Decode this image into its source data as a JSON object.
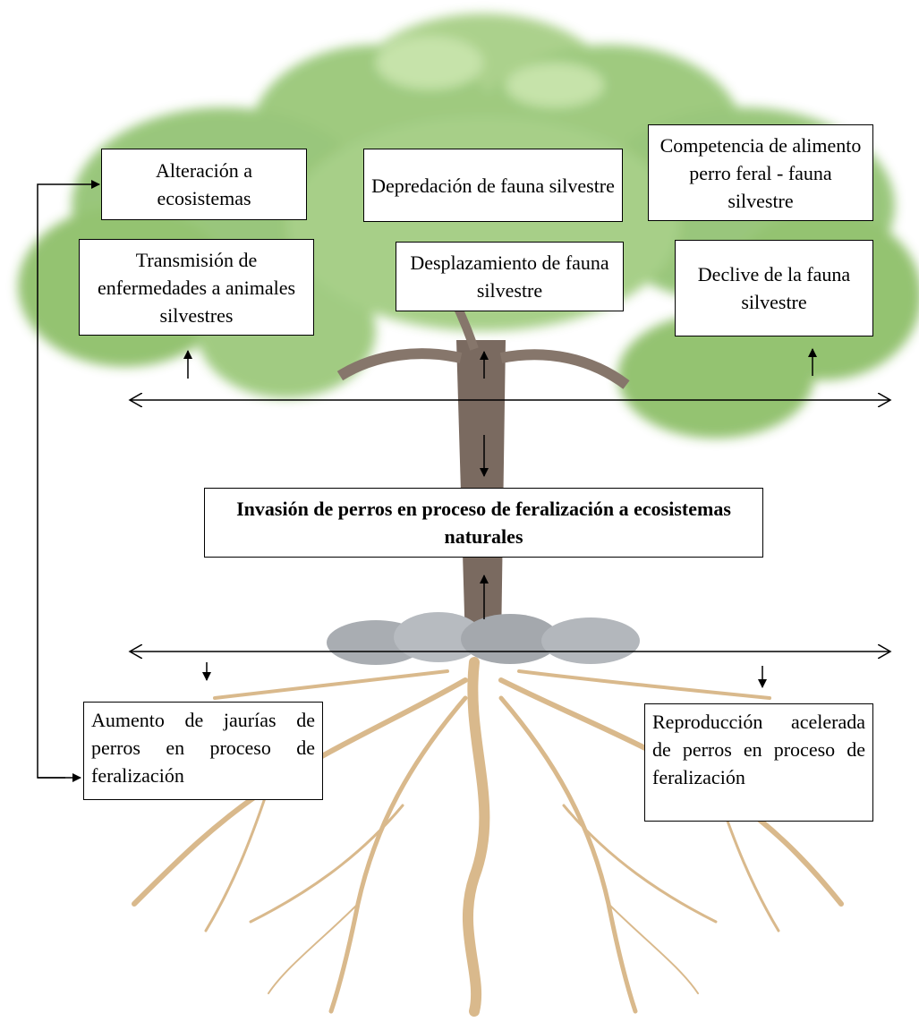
{
  "diagram": {
    "effects": {
      "alteration": "Alteración a ecosistemas",
      "predation": "Depredación de fauna silvestre",
      "competition": "Competencia de alimento perro feral - fauna silvestre",
      "disease": "Transmisión de enfermedades a animales silvestres",
      "displacement": "Desplazamiento de fauna silvestre",
      "decline": "Declive de la fauna silvestre"
    },
    "central_problem": "Invasión de perros en proceso de feralización a ecosistemas naturales",
    "causes": {
      "packs": "Aumento de jaurías de perros en proceso de feralización",
      "reproduction": "Reproducción acelerada de perros en proceso de feralización"
    }
  },
  "colors": {
    "foliage": "#8fc06a",
    "foliage_light": "#b8dc98",
    "trunk": "#7a6a60",
    "roots": "#d9b98c",
    "rocks": "#a9adb2",
    "line": "#000000"
  }
}
